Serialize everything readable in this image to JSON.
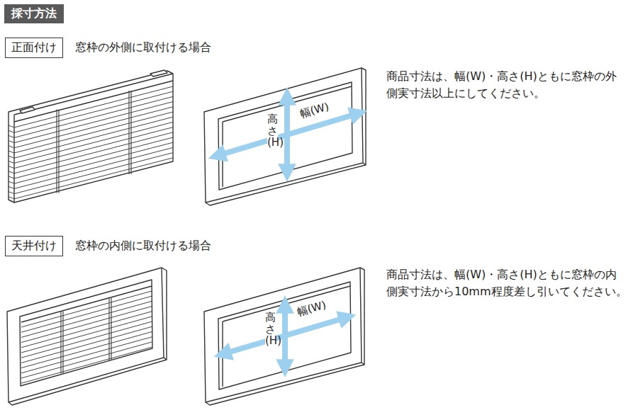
{
  "diagram": {
    "title": "採寸方法",
    "nodes": [
      {
        "text": [
          "正面付け"
        ]
      },
      {
        "text": [
          "天井付け"
        ]
      }
    ],
    "labels": [
      "窓枠の外側に取付ける場合",
      "高さ(H)",
      "幅(W)",
      "商品寸法は、幅(W)・高さ(H)ともに窓枠の外側実寸法以上にしてください。",
      "窓枠の内側に取付ける場合",
      "高さ(H)",
      "幅(W)",
      "商品寸法は、幅(W)・高さ(H)ともに窓枠の内側実寸法から10mm程度差し引いてください。"
    ]
  }
}
